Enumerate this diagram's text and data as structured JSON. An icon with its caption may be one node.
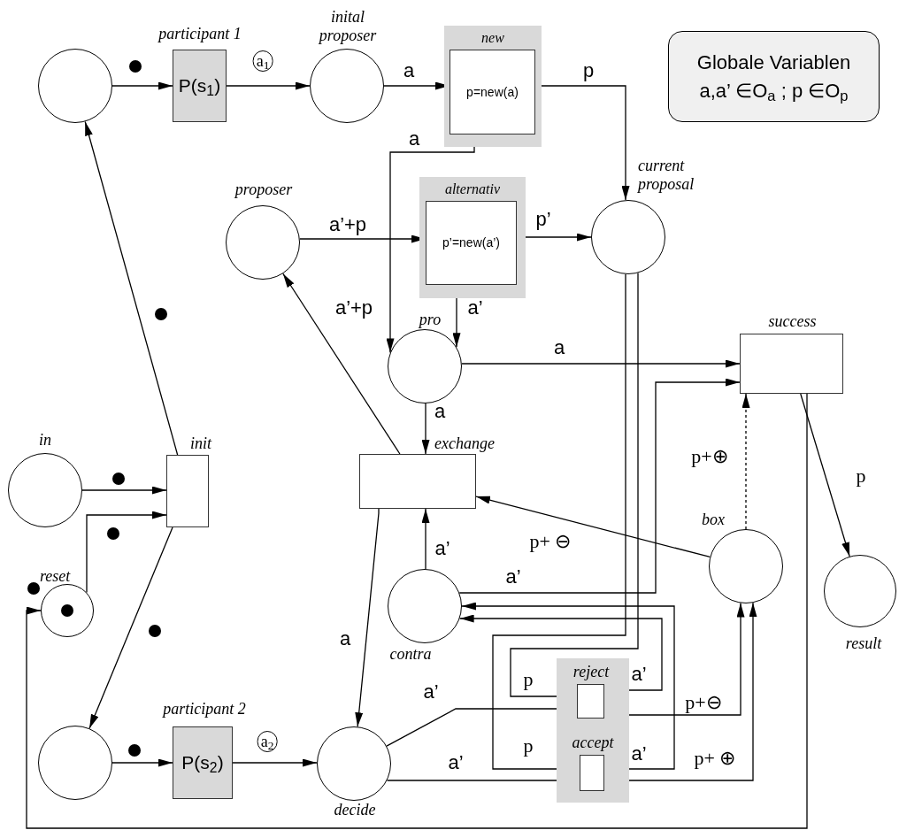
{
  "diagram": {
    "nodes": [
      {
        "text": [],
        "shape": "circle"
      },
      {
        "text": [
          "participant 1",
          "P(s$_{1}$)"
        ]
      },
      {
        "text": [
          "inital proposer"
        ]
      },
      {
        "text": [
          "new"
        ]
      },
      {
        "text": [
          "p=new(a)"
        ],
        "in": 3
      },
      {
        "text": [
          "Globale Variablen",
          "a,a’ ∈O$_{a}$ ; p ∈O$_{p}$"
        ]
      },
      {
        "text": [
          "current proposal"
        ]
      },
      {
        "text": [
          "proposer"
        ]
      },
      {
        "text": [
          "alternativ"
        ]
      },
      {
        "text": [
          "p’=new(a’)"
        ],
        "in": 8
      },
      {
        "text": [
          "pro"
        ]
      },
      {
        "text": [
          "success"
        ]
      },
      {
        "text": [
          "in"
        ]
      },
      {
        "text": [
          "init"
        ]
      },
      {
        "text": [
          "exchange"
        ]
      },
      {
        "text": [
          "box"
        ]
      },
      {
        "text": [
          "result"
        ]
      },
      {
        "text": [
          "reset"
        ]
      },
      {
        "text": [
          "contra"
        ]
      },
      {
        "text": [],
        "shape": "circle"
      },
      {
        "text": [
          "participant 2",
          "P(s$_{2}$)"
        ]
      },
      {
        "text": [
          "decide"
        ]
      },
      {
        "text": [],
        "shape": "band"
      },
      {
        "text": [
          "reject"
        ],
        "in": 22
      },
      {
        "text": [
          "accept"
        ],
        "in": 22
      }
    ],
    "edges": [
      {
        "from": 0,
        "to": 1,
        "arrow": "to"
      },
      {
        "from": 1,
        "to": 2,
        "arrow": "to",
        "label": "a$_{1}$"
      },
      {
        "from": 2,
        "to": 4,
        "arrow": "to",
        "label": "a"
      },
      {
        "from": 4,
        "to": 6,
        "arrow": "to",
        "label": "p"
      },
      {
        "from": 4,
        "to": 10,
        "arrow": "to",
        "label": "a"
      },
      {
        "from": 7,
        "to": 9,
        "arrow": "to",
        "label": "a’+p"
      },
      {
        "from": 9,
        "to": 6,
        "arrow": "to",
        "label": "p’"
      },
      {
        "from": 9,
        "to": 10,
        "arrow": "to",
        "label": "a’"
      },
      {
        "from": 10,
        "to": 11,
        "arrow": "to",
        "label": "a"
      },
      {
        "from": 10,
        "to": 14,
        "arrow": "to",
        "label": "a"
      },
      {
        "from": 14,
        "to": 7,
        "arrow": "to",
        "label": "a’+p"
      },
      {
        "from": 13,
        "to": 0,
        "arrow": "to"
      },
      {
        "from": 12,
        "to": 13,
        "arrow": "to"
      },
      {
        "from": 17,
        "to": 13,
        "arrow": "to"
      },
      {
        "from": 13,
        "to": 19,
        "arrow": "to"
      },
      {
        "from": 19,
        "to": 20,
        "arrow": "to"
      },
      {
        "from": 20,
        "to": 21,
        "arrow": "to",
        "label": "a$_{2}$"
      },
      {
        "from": 14,
        "to": 21,
        "arrow": "to",
        "label": "a"
      },
      {
        "from": 18,
        "to": 14,
        "arrow": "to",
        "label": "a’"
      },
      {
        "from": 15,
        "to": 14,
        "arrow": "to",
        "label": "p+ ⊖"
      },
      {
        "from": 15,
        "to": 11,
        "arrow": "to",
        "label": "p+⊕",
        "style": "dashed"
      },
      {
        "from": 18,
        "to": 11,
        "arrow": "to",
        "label": "a’"
      },
      {
        "from": 11,
        "to": 16,
        "arrow": "to",
        "label": "p"
      },
      {
        "from": 11,
        "to": 17,
        "arrow": "to"
      },
      {
        "from": 6,
        "to": 23,
        "arrow": "to",
        "label": "p"
      },
      {
        "from": 6,
        "to": 24,
        "arrow": "to",
        "label": "p"
      },
      {
        "from": 23,
        "to": 18,
        "arrow": "to",
        "label": "a’"
      },
      {
        "from": 24,
        "to": 18,
        "arrow": "to",
        "label": "a’"
      },
      {
        "from": 21,
        "to": 23,
        "arrow": "to",
        "label": "a’"
      },
      {
        "from": 21,
        "to": 24,
        "arrow": "to",
        "label": "a’"
      },
      {
        "from": 23,
        "to": 15,
        "arrow": "to",
        "label": "p+⊖"
      },
      {
        "from": 24,
        "to": 15,
        "arrow": "to",
        "label": "p+ ⊕"
      }
    ]
  }
}
